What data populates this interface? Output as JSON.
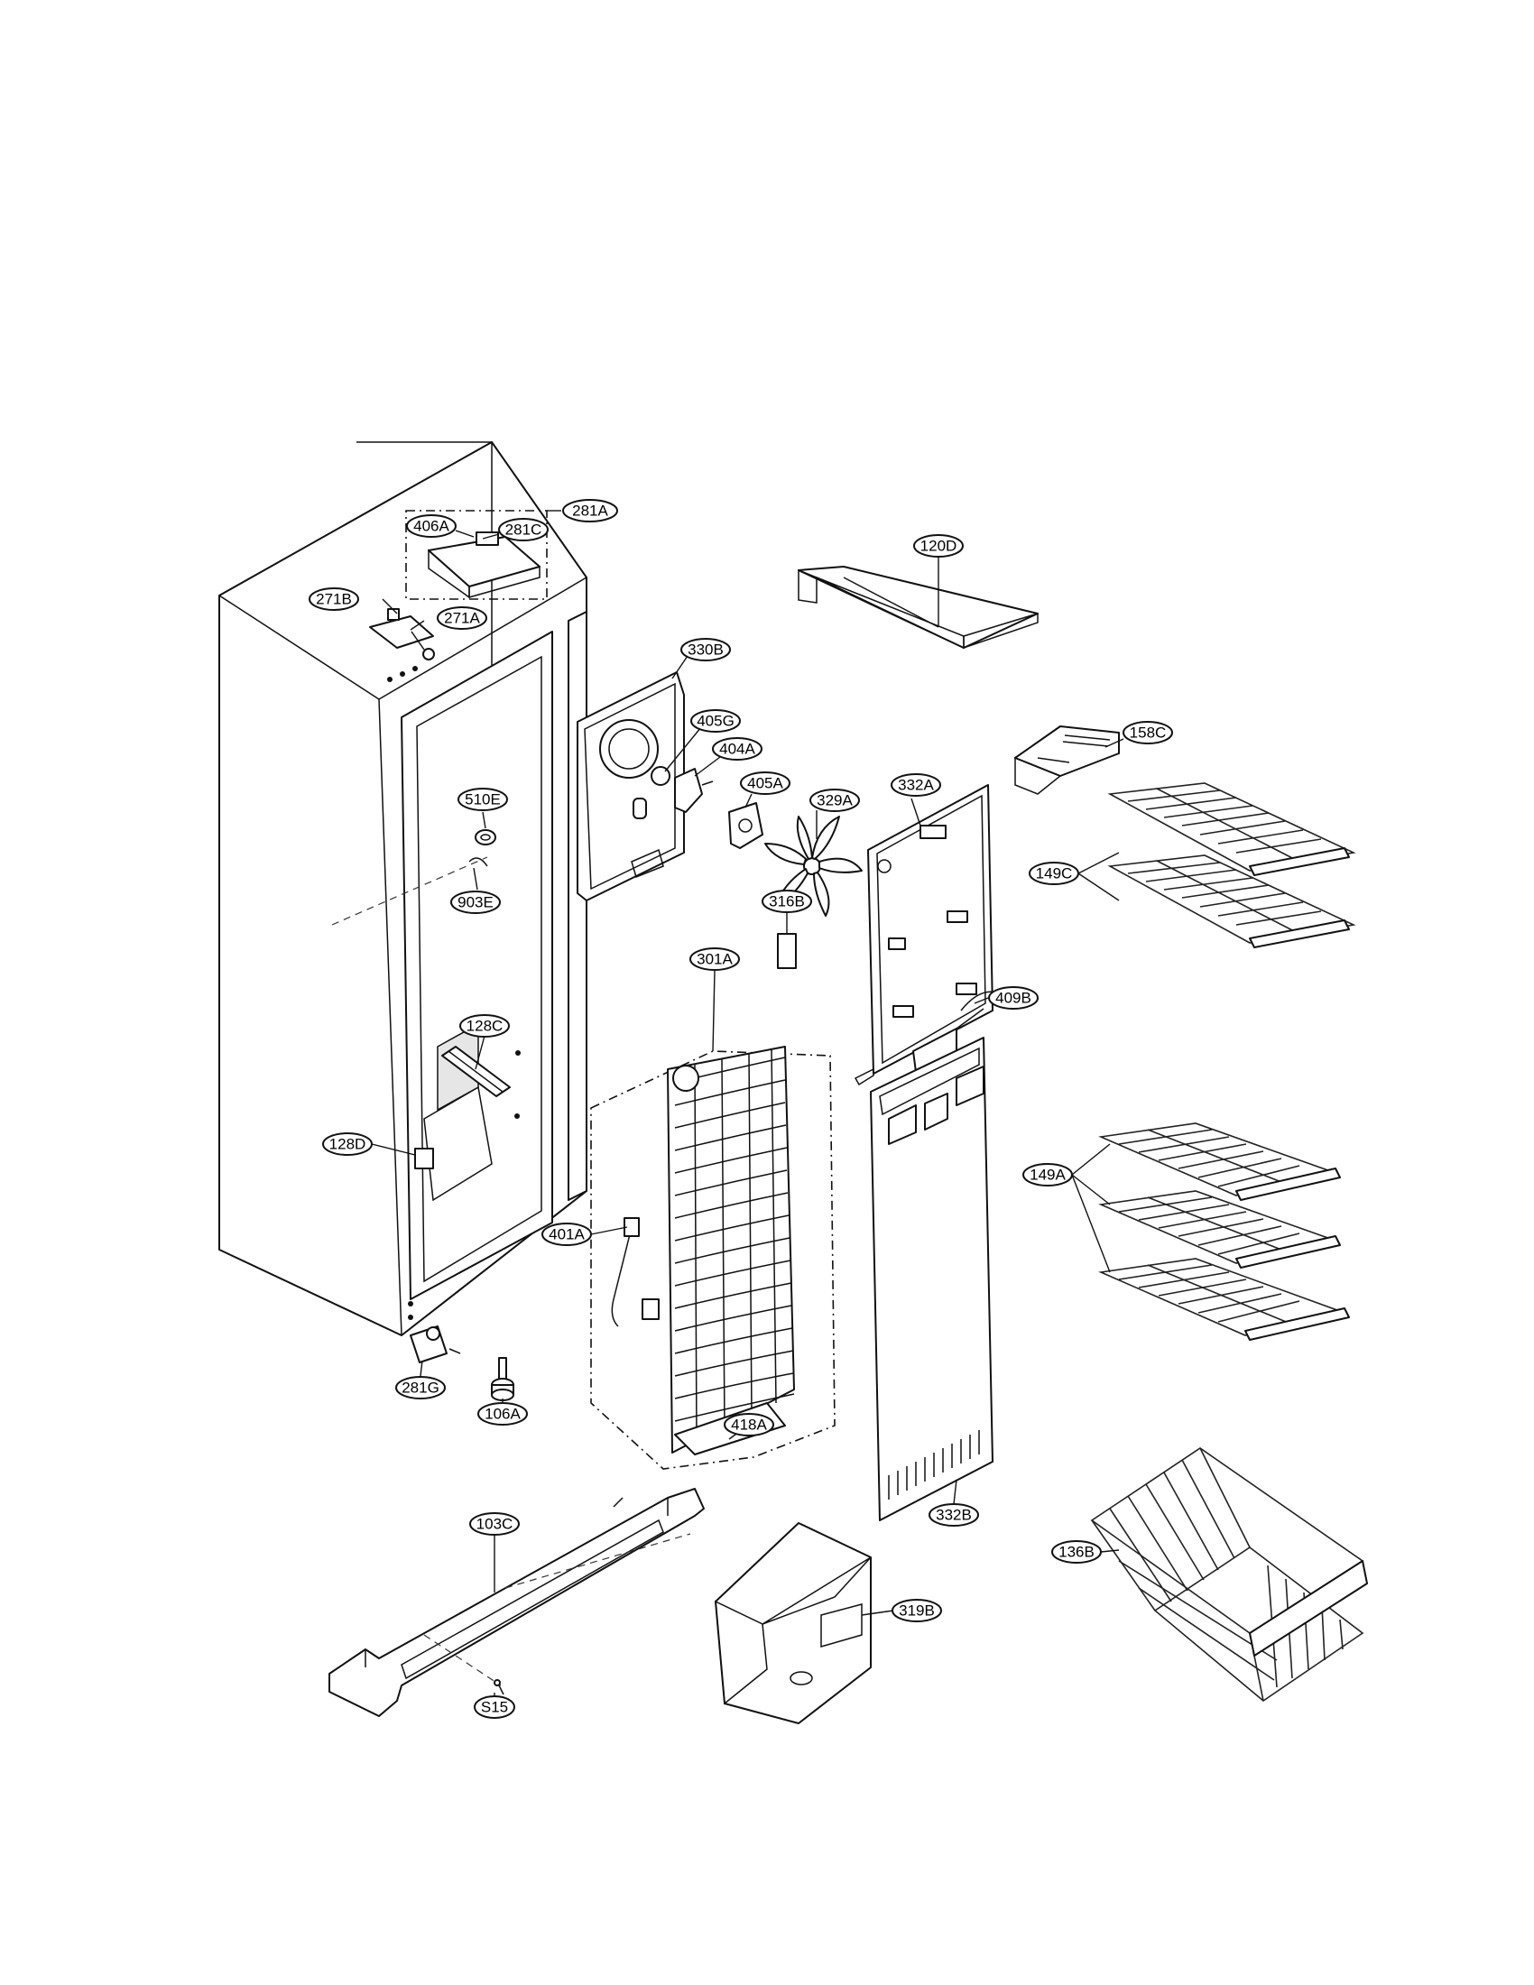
{
  "callouts": {
    "c281A": "281A",
    "c406A": "406A",
    "c281C": "281C",
    "c271B": "271B",
    "c271A": "271A",
    "c120D": "120D",
    "c330B": "330B",
    "c405G": "405G",
    "c404A": "404A",
    "c405A": "405A",
    "c329A": "329A",
    "c332A": "332A",
    "c158C": "158C",
    "c149C": "149C",
    "c510E": "510E",
    "c903E": "903E",
    "c316B": "316B",
    "c301A": "301A",
    "c409B": "409B",
    "c128C": "128C",
    "c128D": "128D",
    "c149A": "149A",
    "c401A": "401A",
    "c281G": "281G",
    "c106A": "106A",
    "c418A": "418A",
    "c332B": "332B",
    "c136B": "136B",
    "c103C": "103C",
    "c319B": "319B",
    "cS15": "S15"
  }
}
